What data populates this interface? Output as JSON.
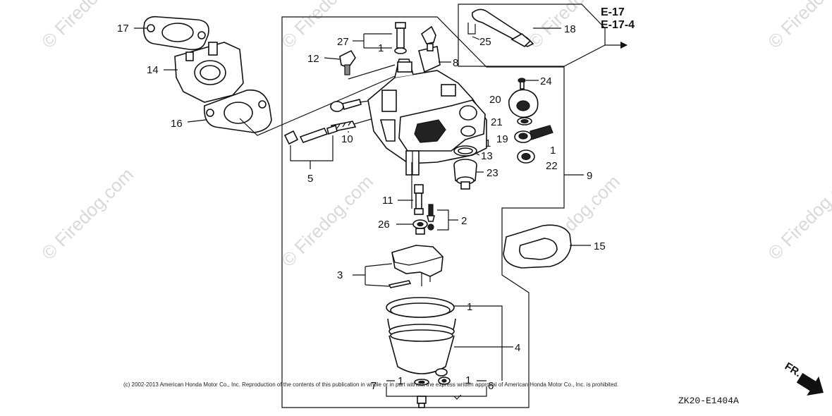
{
  "watermark": "© Firedog.com",
  "references": {
    "ref1": "E-17",
    "ref2": "E-17-4"
  },
  "callouts": {
    "c17": "17",
    "c14": "14",
    "c16": "16",
    "c27": "27",
    "c1a": "1",
    "c12": "12",
    "c8": "8",
    "c10": "10",
    "c5": "5",
    "c18": "18",
    "c25": "25",
    "c24": "24",
    "c20": "20",
    "c21": "21",
    "c19": "19",
    "c1b": "1",
    "c13": "13",
    "c1c": "1",
    "c22": "22",
    "c23": "23",
    "c9": "9",
    "c11": "11",
    "c2": "2",
    "c26": "26",
    "c15": "15",
    "c3": "3",
    "c1d": "1",
    "c4": "4",
    "c1e": "1",
    "c1f": "1",
    "c7": "7",
    "c6": "6"
  },
  "copyright": "(c) 2002-2013 American Honda Motor Co., Inc. Reproduction of the contents of this publication in whole or in part without the express written approval of American Honda Motor Co., Inc. is prohibited.",
  "diagram_code": "ZK20-E1404A",
  "front_marker": "FR."
}
